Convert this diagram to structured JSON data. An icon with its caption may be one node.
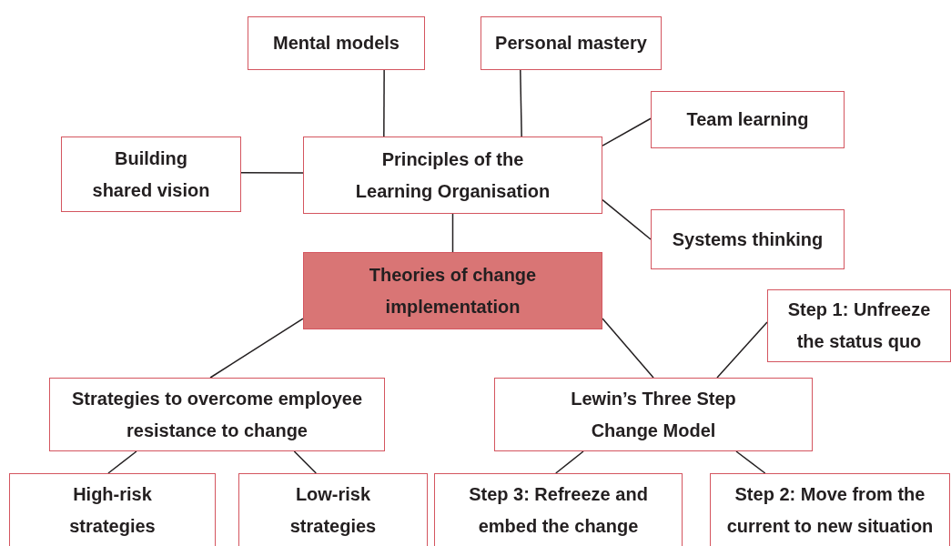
{
  "diagram": {
    "nodes": [
      {
        "text": [
          "Mental models"
        ]
      },
      {
        "text": [
          "Personal mastery"
        ]
      },
      {
        "text": [
          "Building shared vision"
        ]
      },
      {
        "text": [
          "Principles of the Learning Organisation"
        ]
      },
      {
        "text": [
          "Team learning"
        ]
      },
      {
        "text": [
          "Systems thinking"
        ]
      },
      {
        "text": [
          "Theories of change implementation"
        ]
      },
      {
        "text": [
          "Step 1: Unfreeze the status quo"
        ]
      },
      {
        "text": [
          "Strategies to overcome employee resistance to change"
        ]
      },
      {
        "text": [
          "Lewin’s Three Step Change Model"
        ]
      },
      {
        "text": [
          "High-risk strategies"
        ]
      },
      {
        "text": [
          "Low-risk strategies"
        ]
      },
      {
        "text": [
          "Step 3: Refreeze and embed the change"
        ]
      },
      {
        "text": [
          "Step 2: Move from the current to new situation"
        ]
      }
    ],
    "edges": [
      {
        "from": 0,
        "to": 3,
        "arrow": "none"
      },
      {
        "from": 1,
        "to": 3,
        "arrow": "none"
      },
      {
        "from": 2,
        "to": 3,
        "arrow": "none"
      },
      {
        "from": 3,
        "to": 4,
        "arrow": "none"
      },
      {
        "from": 3,
        "to": 5,
        "arrow": "none"
      },
      {
        "from": 3,
        "to": 6,
        "arrow": "none"
      },
      {
        "from": 6,
        "to": 8,
        "arrow": "none"
      },
      {
        "from": 6,
        "to": 9,
        "arrow": "none"
      },
      {
        "from": 9,
        "to": 7,
        "arrow": "none"
      },
      {
        "from": 8,
        "to": 10,
        "arrow": "none"
      },
      {
        "from": 8,
        "to": 11,
        "arrow": "none"
      },
      {
        "from": 9,
        "to": 12,
        "arrow": "none"
      },
      {
        "from": 9,
        "to": 13,
        "arrow": "none"
      }
    ]
  }
}
